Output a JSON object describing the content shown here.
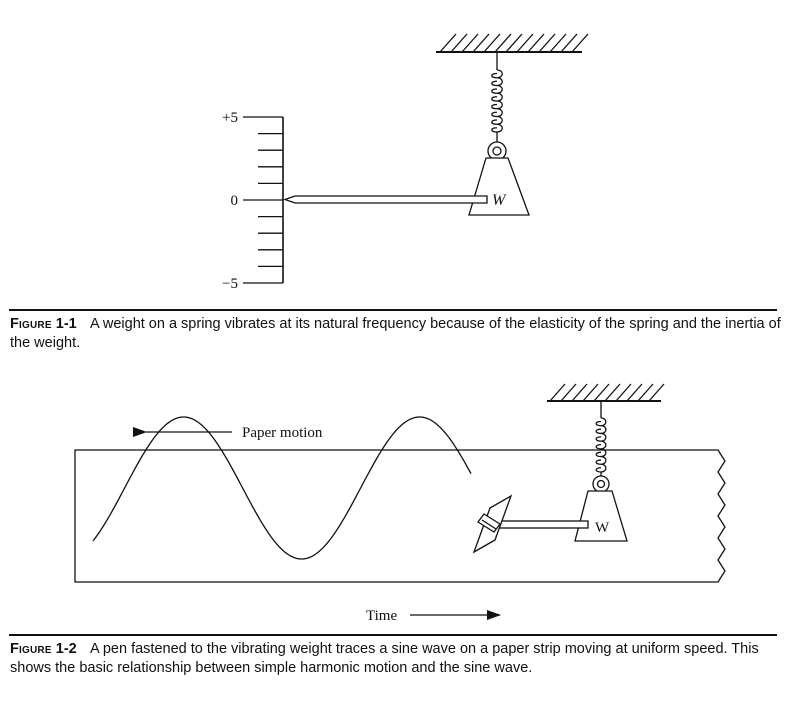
{
  "figure1": {
    "scale": {
      "top_label": "+5",
      "mid_label": "0",
      "bottom_label": "−5"
    },
    "weight_label": "W",
    "caption": {
      "label": "Figure",
      "number": "1-1",
      "text": "A weight on a spring vibrates at its natural frequency because of the elasticity of the spring and the inertia of the weight."
    }
  },
  "figure2": {
    "paper_motion_label": "Paper motion",
    "time_label": "Time",
    "weight_label": "W",
    "caption": {
      "label": "Figure",
      "number": "1-2",
      "text": "A pen fastened to the vibrating weight traces a sine wave on a paper strip moving at uniform speed. This shows the basic relationship between simple harmonic motion and the sine wave."
    }
  }
}
